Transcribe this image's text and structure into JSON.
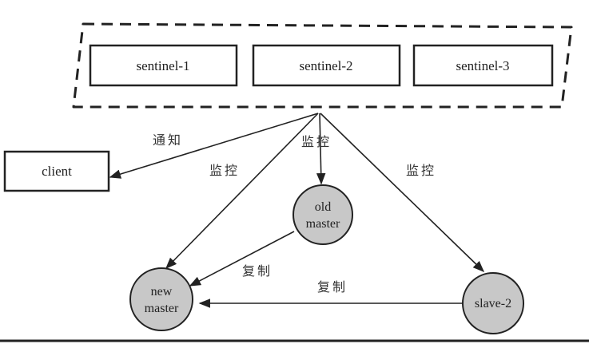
{
  "sentinel_group": {
    "nodes": [
      {
        "label": "sentinel-1"
      },
      {
        "label": "sentinel-2"
      },
      {
        "label": "sentinel-3"
      }
    ]
  },
  "client": {
    "label": "client"
  },
  "old_master": {
    "line1": "old",
    "line2": "master"
  },
  "new_master": {
    "line1": "new",
    "line2": "master"
  },
  "slave_2": {
    "label": "slave-2"
  },
  "edges": {
    "notify": "通知",
    "monitor_new_master": "监控",
    "monitor_old_master": "监控",
    "monitor_slave_2": "监控",
    "replicate_old_to_new": "复制",
    "replicate_slave_to_new": "复制"
  },
  "colors": {
    "node_fill": "#c8c8c8",
    "stroke": "#222222",
    "background": "#ffffff"
  }
}
